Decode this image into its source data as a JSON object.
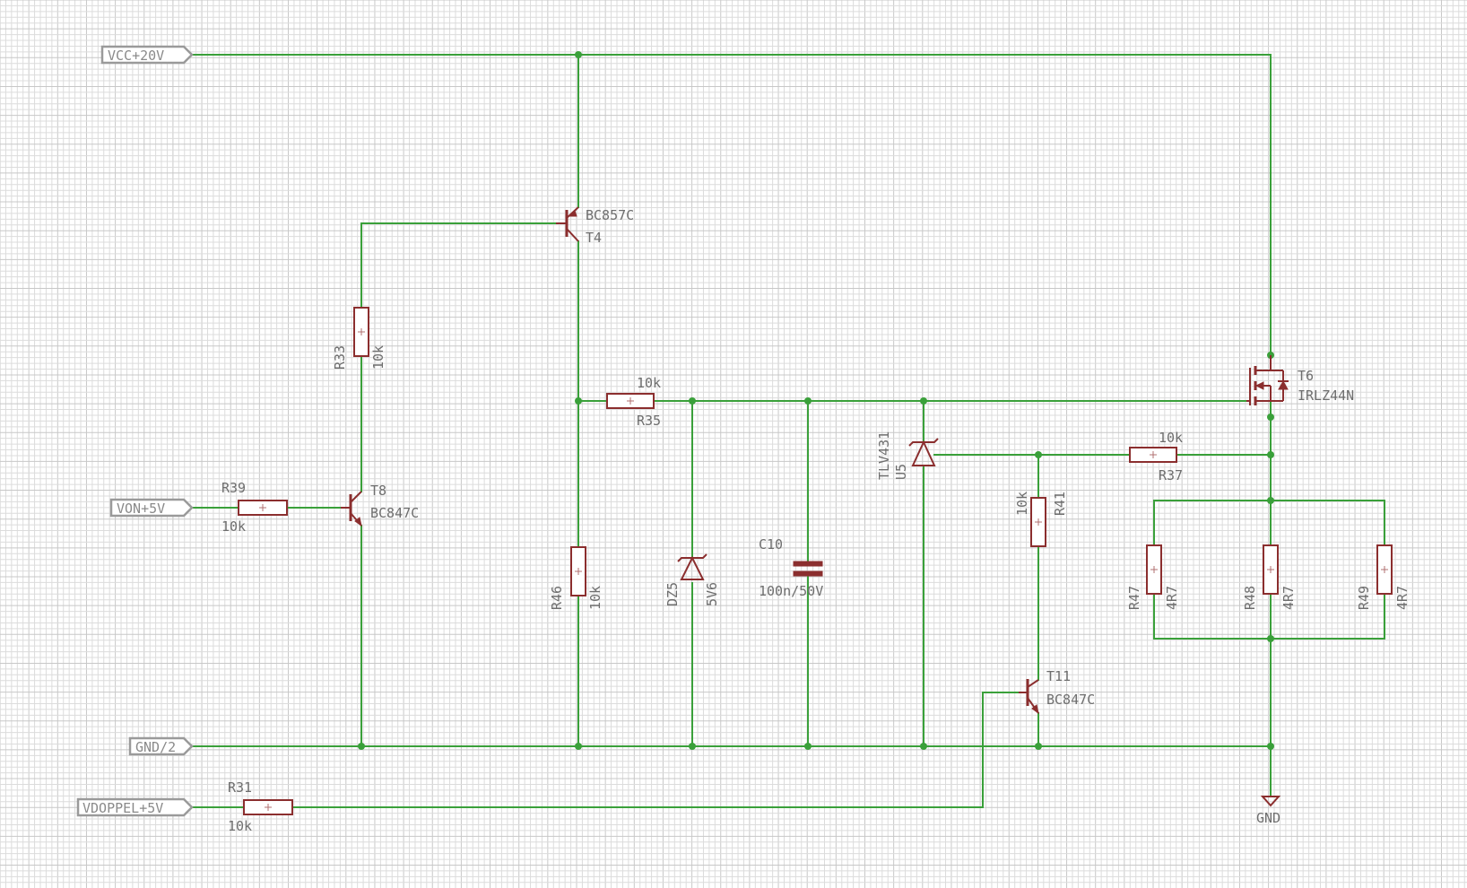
{
  "ports": {
    "vcc": "VCC+20V",
    "von": "VON+5V",
    "gnd_half": "GND/2",
    "vdoppel": "VDOPPEL+5V"
  },
  "ground": {
    "name": "GND"
  },
  "parts": {
    "t4": {
      "ref": "T4",
      "value": "BC857C"
    },
    "t8": {
      "ref": "T8",
      "value": "BC847C"
    },
    "t11": {
      "ref": "T11",
      "value": "BC847C"
    },
    "t6": {
      "ref": "T6",
      "value": "IRLZ44N"
    },
    "r33": {
      "ref": "R33",
      "value": "10k"
    },
    "r39": {
      "ref": "R39",
      "value": "10k"
    },
    "r31": {
      "ref": "R31",
      "value": "10k"
    },
    "r35": {
      "ref": "R35",
      "value": "10k"
    },
    "r46": {
      "ref": "R46",
      "value": "10k"
    },
    "r37": {
      "ref": "R37",
      "value": "10k"
    },
    "r41": {
      "ref": "R41",
      "value": "10k"
    },
    "r47": {
      "ref": "R47",
      "value": "4R7"
    },
    "r48": {
      "ref": "R48",
      "value": "4R7"
    },
    "r49": {
      "ref": "R49",
      "value": "4R7"
    },
    "dz5": {
      "ref": "DZ5",
      "value": "5V6"
    },
    "c10": {
      "ref": "C10",
      "value": "100n/50V"
    },
    "u5": {
      "ref": "U5",
      "value": "TLV431"
    }
  },
  "colors": {
    "wire": "#3aa03a",
    "symbol": "#8b2e2e",
    "grid": "#dcdcdc",
    "port": "#9a9a9a"
  }
}
